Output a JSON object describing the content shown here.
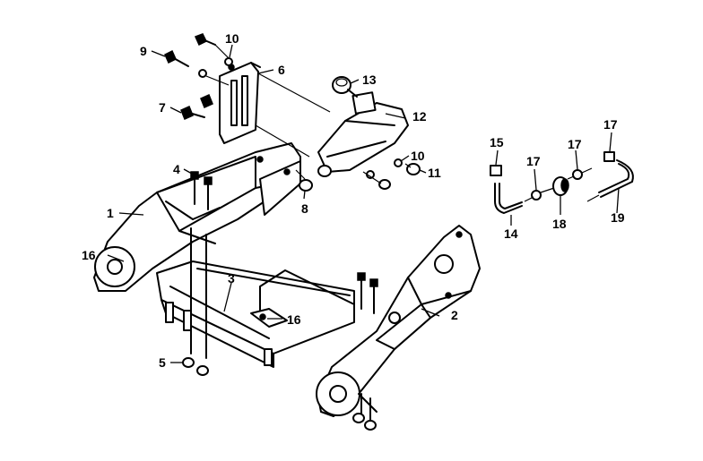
{
  "callouts": [
    {
      "id": "c1",
      "text": "1"
    },
    {
      "id": "c2",
      "text": "2"
    },
    {
      "id": "c3",
      "text": "3"
    },
    {
      "id": "c4",
      "text": "4"
    },
    {
      "id": "c5",
      "text": "5"
    },
    {
      "id": "c6",
      "text": "6"
    },
    {
      "id": "c7",
      "text": "7"
    },
    {
      "id": "c8",
      "text": "8"
    },
    {
      "id": "c9",
      "text": "9"
    },
    {
      "id": "c10a",
      "text": "10"
    },
    {
      "id": "c10b",
      "text": "10"
    },
    {
      "id": "c11",
      "text": "11"
    },
    {
      "id": "c12",
      "text": "12"
    },
    {
      "id": "c13",
      "text": "13"
    },
    {
      "id": "c14",
      "text": "14"
    },
    {
      "id": "c15",
      "text": "15"
    },
    {
      "id": "c16a",
      "text": "16"
    },
    {
      "id": "c16b",
      "text": "16"
    },
    {
      "id": "c17a",
      "text": "17"
    },
    {
      "id": "c17b",
      "text": "17"
    },
    {
      "id": "c17c",
      "text": "17"
    },
    {
      "id": "c18",
      "text": "18"
    },
    {
      "id": "c19",
      "text": "19"
    }
  ]
}
